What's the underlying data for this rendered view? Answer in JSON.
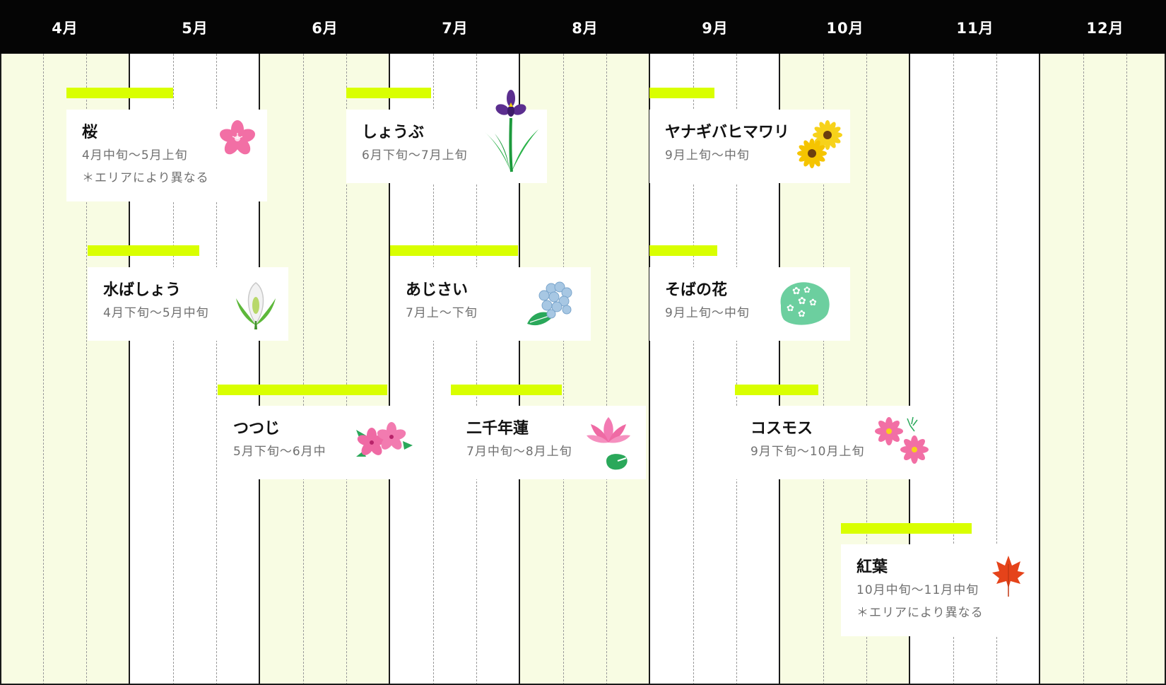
{
  "months": [
    "4月",
    "5月",
    "6月",
    "7月",
    "8月",
    "9月",
    "10月",
    "11月",
    "12月"
  ],
  "colors": {
    "header_bg": "#050505",
    "shaded_column": "#f8fce3",
    "bloom_bar": "#d9ff00"
  },
  "flowers": [
    {
      "name": "桜",
      "period": "4月中旬〜5月上旬",
      "note": "＊エリアにより異なる",
      "icon": "cherry-blossom-icon"
    },
    {
      "name": "しょうぶ",
      "period": "6月下旬〜7月上旬",
      "icon": "iris-icon"
    },
    {
      "name": "ヤナギバヒマワリ",
      "period": "9月上旬〜中旬",
      "icon": "sunflower-icon"
    },
    {
      "name": "水ばしょう",
      "period": "4月下旬〜5月中旬",
      "icon": "skunk-cabbage-icon"
    },
    {
      "name": "あじさい",
      "period": "7月上〜下旬",
      "icon": "hydrangea-icon"
    },
    {
      "name": "そばの花",
      "period": "9月上旬〜中旬",
      "icon": "buckwheat-flower-icon"
    },
    {
      "name": "つつじ",
      "period": "5月下旬〜6月中",
      "icon": "azalea-icon"
    },
    {
      "name": "二千年蓮",
      "period": "7月中旬〜8月上旬",
      "icon": "lotus-icon"
    },
    {
      "name": "コスモス",
      "period": "9月下旬〜10月上旬",
      "icon": "cosmos-icon"
    },
    {
      "name": "紅葉",
      "period": "10月中旬〜11月中旬",
      "note": "＊エリアにより異なる",
      "icon": "maple-leaf-icon"
    }
  ]
}
